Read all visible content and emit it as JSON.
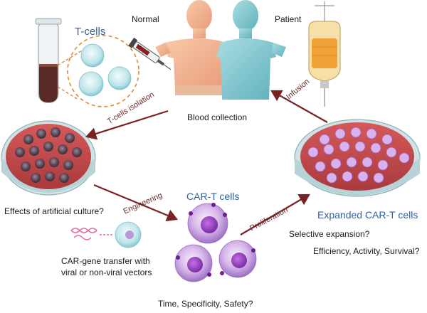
{
  "labels": {
    "tcells_title": "T-cells",
    "normal": "Normal",
    "patient": "Patient",
    "tcells_isolation": "T-cells isolation",
    "blood_collection": "Blood collection",
    "infusion": "Infusion",
    "effects_culture": "Effects of artificial culture?",
    "engineering": "Engineering",
    "cart_cells": "CAR-T cells",
    "proliferation": "Proliferation",
    "expanded_cart": "Expanded CAR-T cells",
    "selective_expansion": "Selective expansion?",
    "efficiency": "Efficiency, Activity, Survival?",
    "gene_transfer_line1": "CAR-gene transfer with",
    "gene_transfer_line2": "viral or non-viral vectors",
    "time_safety": "Time, Specificity, Safety?"
  },
  "colors": {
    "title_blue": "#2f5f9e",
    "arrow_red": "#7a2222",
    "dish_red": "#c0484a",
    "cell_purple": "#a64fc9",
    "cell_teal": "#b9e3ea",
    "body_normal": "#f3b38f",
    "body_patient": "#7fc6cf"
  }
}
